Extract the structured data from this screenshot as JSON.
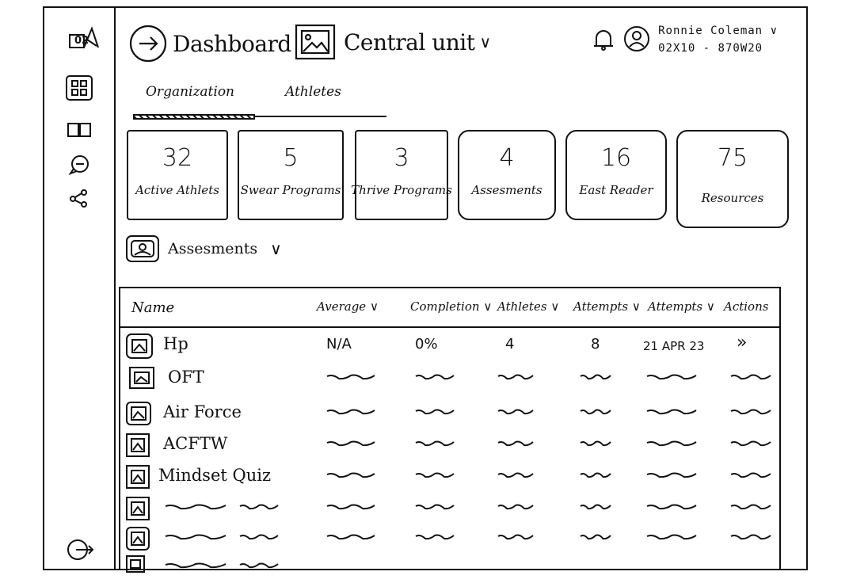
{
  "sidebar": {
    "logo_text": "02",
    "items": [
      "grid-icon",
      "book-icon",
      "chat-icon",
      "share-icon"
    ],
    "logout": "logout-icon"
  },
  "header": {
    "title": "Dashboard",
    "unit": "Central unit",
    "user_name": "Ronnie Coleman",
    "user_id": "02X10 - 870W20"
  },
  "tabs": [
    "Organization",
    "Athletes"
  ],
  "stats": [
    {
      "value": "32",
      "label": "Active Athlets"
    },
    {
      "value": "5",
      "label": "Swear Programs"
    },
    {
      "value": "3",
      "label": "Thrive Programs"
    },
    {
      "value": "4",
      "label": "Assesments"
    },
    {
      "value": "16",
      "label": "East Reader"
    },
    {
      "value": "75",
      "label": "Resources"
    }
  ],
  "assessments": {
    "title": "Assesments",
    "columns": [
      "Name",
      "Average",
      "Completion",
      "Athletes",
      "Attempts",
      "Attempts",
      "Actions"
    ],
    "rows": [
      {
        "name": "Hp",
        "average": "N/A",
        "completion": "0%",
        "athletes": "4",
        "attempts": "8",
        "last": "21 APR 23",
        "action": "»"
      },
      {
        "name": "OFT"
      },
      {
        "name": "Air Force"
      },
      {
        "name": "ACFTW"
      },
      {
        "name": "Mindset Quiz"
      },
      {
        "name": ""
      },
      {
        "name": ""
      },
      {
        "name": ""
      }
    ]
  }
}
